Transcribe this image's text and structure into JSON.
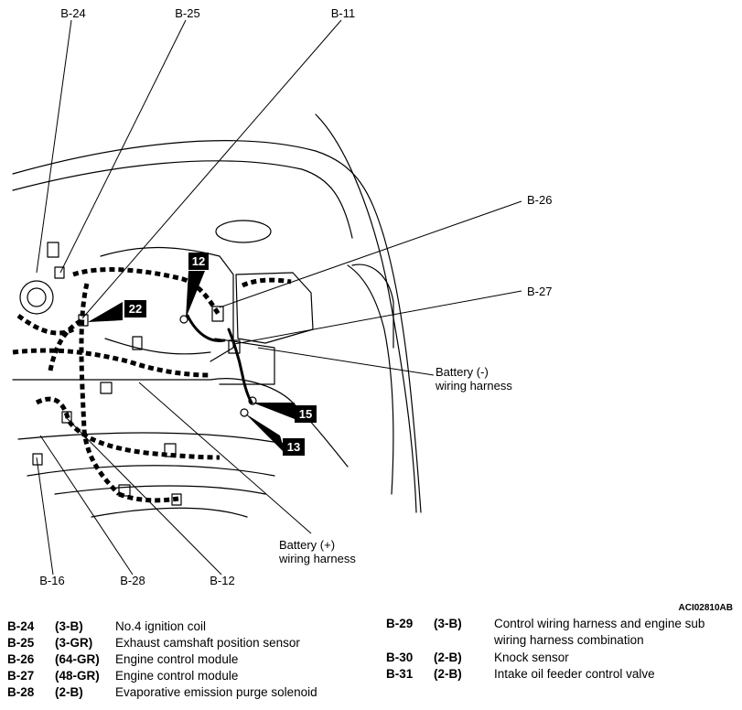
{
  "callouts": {
    "b24_top": "B-24",
    "b25_top": "B-25",
    "b11_top": "B-11",
    "b26_right": "B-26",
    "b27_right": "B-27",
    "b16_bottom": "B-16",
    "b28_bottom": "B-28",
    "b12_bottom": "B-12"
  },
  "badges": {
    "b12": "12",
    "b22": "22",
    "b15": "15",
    "b13": "13"
  },
  "harness": {
    "neg_line1": "Battery (-)",
    "neg_line2": "wiring harness",
    "pos_line1": "Battery (+)",
    "pos_line2": "wiring harness"
  },
  "figure_id": "ACI02810AB",
  "legend_left": [
    {
      "code": "B-24",
      "conn": "(3-B)",
      "desc": "No.4 ignition coil"
    },
    {
      "code": "B-25",
      "conn": "(3-GR)",
      "desc": "Exhaust camshaft position sensor"
    },
    {
      "code": "B-26",
      "conn": "(64-GR)",
      "desc": "Engine control module"
    },
    {
      "code": "B-27",
      "conn": "(48-GR)",
      "desc": "Engine control module"
    },
    {
      "code": "B-28",
      "conn": "(2-B)",
      "desc": "Evaporative emission purge solenoid"
    }
  ],
  "legend_right": [
    {
      "code": "B-29",
      "conn": "(3-B)",
      "desc": "Control wiring harness and engine sub",
      "desc2": "wiring harness combination"
    },
    {
      "code": "B-30",
      "conn": "(2-B)",
      "desc": "Knock sensor"
    },
    {
      "code": "B-31",
      "conn": "(2-B)",
      "desc": "Intake oil feeder control valve"
    }
  ]
}
